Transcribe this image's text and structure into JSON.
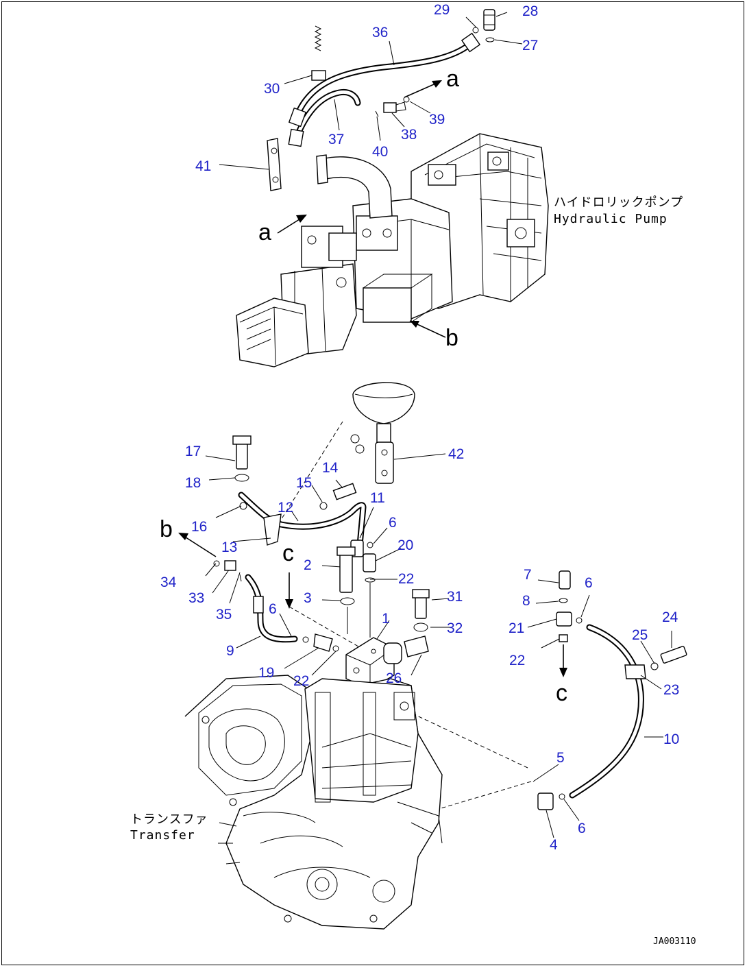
{
  "callouts": [
    {
      "id": "1",
      "text": "1"
    },
    {
      "id": "2",
      "text": "2"
    },
    {
      "id": "3",
      "text": "3"
    },
    {
      "id": "4",
      "text": "4"
    },
    {
      "id": "5",
      "text": "5"
    },
    {
      "id": "6a",
      "text": "6"
    },
    {
      "id": "6b",
      "text": "6"
    },
    {
      "id": "6c",
      "text": "6"
    },
    {
      "id": "6d",
      "text": "6"
    },
    {
      "id": "7",
      "text": "7"
    },
    {
      "id": "8",
      "text": "8"
    },
    {
      "id": "9",
      "text": "9"
    },
    {
      "id": "10",
      "text": "10"
    },
    {
      "id": "11",
      "text": "11"
    },
    {
      "id": "12",
      "text": "12"
    },
    {
      "id": "13",
      "text": "13"
    },
    {
      "id": "14",
      "text": "14"
    },
    {
      "id": "15",
      "text": "15"
    },
    {
      "id": "16",
      "text": "16"
    },
    {
      "id": "17",
      "text": "17"
    },
    {
      "id": "18",
      "text": "18"
    },
    {
      "id": "19",
      "text": "19"
    },
    {
      "id": "20",
      "text": "20"
    },
    {
      "id": "21",
      "text": "21"
    },
    {
      "id": "22a",
      "text": "22"
    },
    {
      "id": "22b",
      "text": "22"
    },
    {
      "id": "22c",
      "text": "22"
    },
    {
      "id": "23",
      "text": "23"
    },
    {
      "id": "24",
      "text": "24"
    },
    {
      "id": "25",
      "text": "25"
    },
    {
      "id": "26",
      "text": "26"
    },
    {
      "id": "27",
      "text": "27"
    },
    {
      "id": "28",
      "text": "28"
    },
    {
      "id": "29",
      "text": "29"
    },
    {
      "id": "30",
      "text": "30"
    },
    {
      "id": "31",
      "text": "31"
    },
    {
      "id": "32",
      "text": "32"
    },
    {
      "id": "33",
      "text": "33"
    },
    {
      "id": "34",
      "text": "34"
    },
    {
      "id": "35",
      "text": "35"
    },
    {
      "id": "36",
      "text": "36"
    },
    {
      "id": "37",
      "text": "37"
    },
    {
      "id": "38",
      "text": "38"
    },
    {
      "id": "39",
      "text": "39"
    },
    {
      "id": "40",
      "text": "40"
    },
    {
      "id": "41",
      "text": "41"
    },
    {
      "id": "42",
      "text": "42"
    }
  ],
  "connection_marks": {
    "a_top": "a",
    "a_left": "a",
    "b_right": "b",
    "b_left": "b",
    "c_left": "c",
    "c_right": "c"
  },
  "labels": {
    "pump_jp": "ハイドロリックポンプ",
    "pump_en": "Hydraulic Pump",
    "transfer_jp": "トランスファ",
    "transfer_en": "Transfer"
  },
  "drawing_code": "JA003110"
}
